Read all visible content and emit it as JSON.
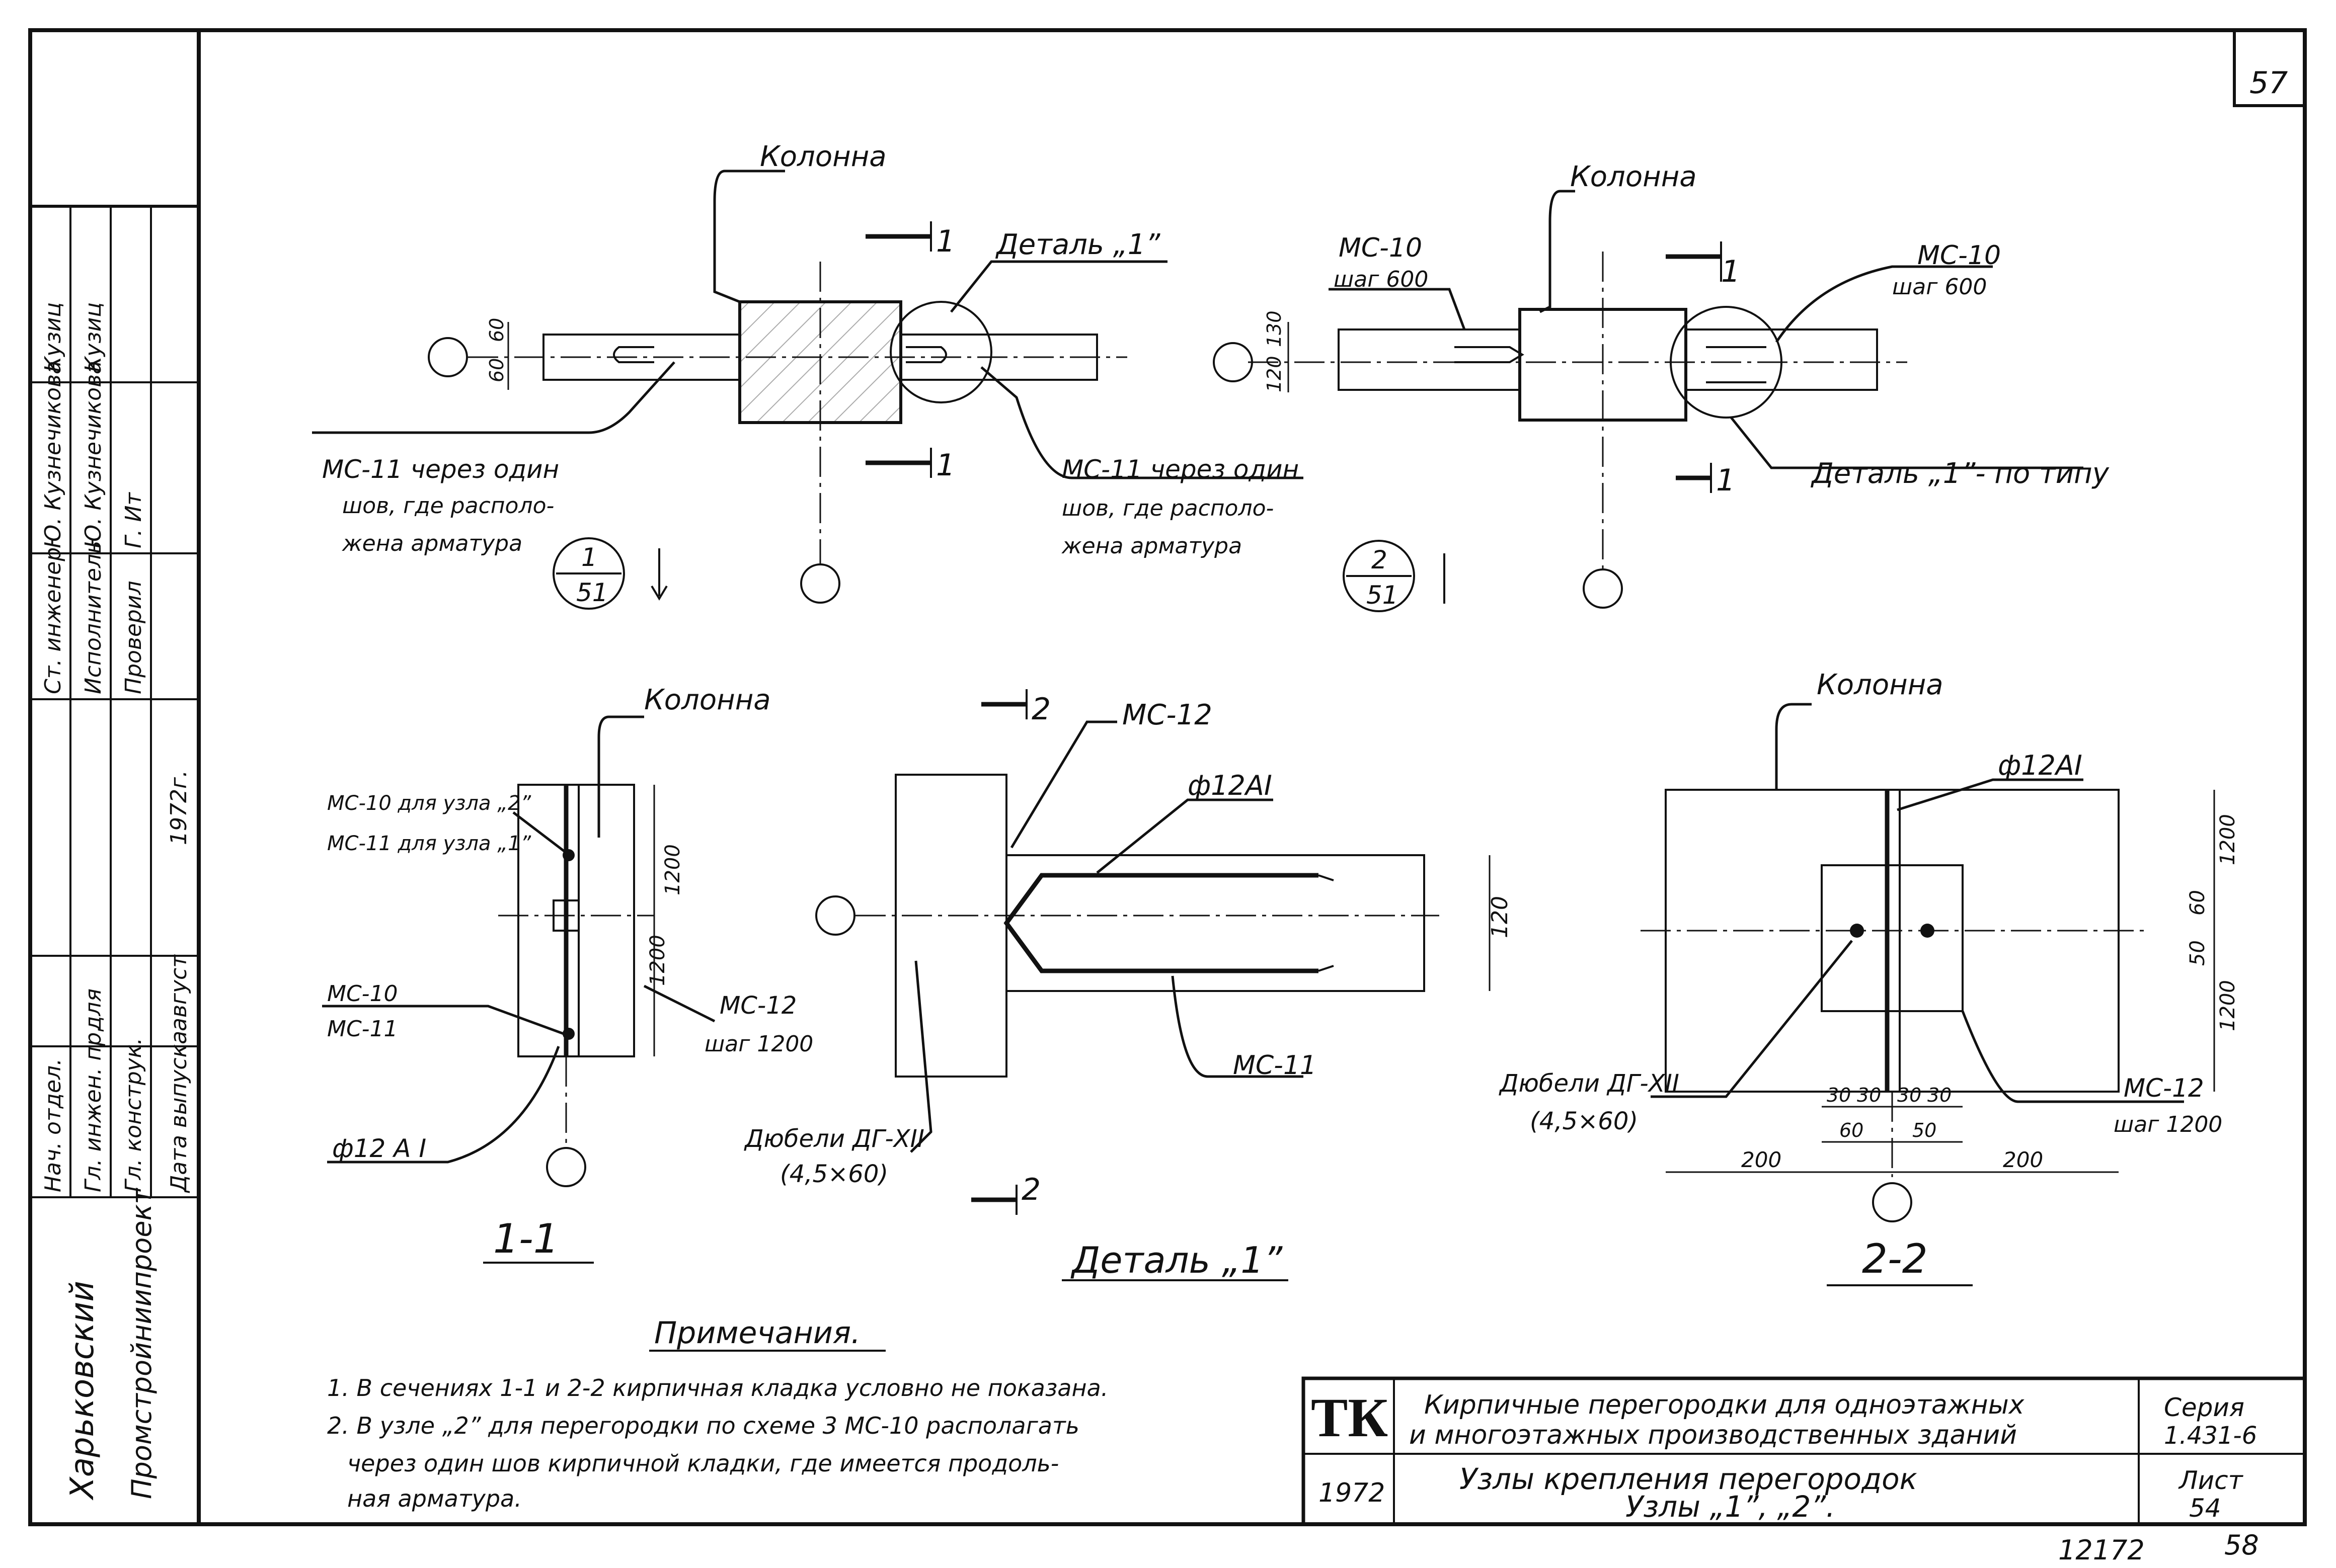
{
  "sheet": {
    "page_number": "57",
    "bottom_code": "12172",
    "bottom_page": "58"
  },
  "stamp": {
    "org_line1": "Харьковский",
    "org_line2": "Промстройниипроект",
    "rows": [
      {
        "role": "Нач. отдел.",
        "sig": "",
        "post": "Ст. инженер",
        "name": "Ю. Кузнечикова",
        "sig2": "Кузиц"
      },
      {
        "role": "Гл. инжен. пр.",
        "sig": "для",
        "post": "Исполнитель",
        "name": "Ю. Кузнечикова",
        "sig2": "Кузиц"
      },
      {
        "role": "Гл. конструк.",
        "sig": "",
        "post": "Проверил",
        "name": "Г. Ит",
        "sig2": ""
      },
      {
        "role": "Дата выпуска",
        "sig": "август",
        "post": "",
        "name": "",
        "sig2": "1972г."
      }
    ]
  },
  "node1": {
    "column_label": "Колонна",
    "detail_label": "Деталь „1”",
    "cut": "1",
    "dim_top": "60",
    "dim_bottom": "60",
    "left_note_l1": "МС-11 через один",
    "left_note_l2": "шов, где располо-",
    "left_note_l3": "жена арматура",
    "right_note_l1": "МС-11 через один",
    "right_note_l2": "шов, где располо-",
    "right_note_l3": "жена арматура",
    "mark_num": "1",
    "mark_sheet": "51"
  },
  "node2": {
    "column_label": "Колонна",
    "left_ms_l1": "МС-10",
    "left_ms_l2": "шаг 600",
    "right_ms_l1": "МС-10",
    "right_ms_l2": "шаг 600",
    "dim_a": "120",
    "dim_b": "130",
    "detail_label": "Деталь „1”- по типу",
    "cut": "1",
    "mark_num": "2",
    "mark_sheet": "51"
  },
  "section11": {
    "column_label": "Колонна",
    "ms10_l1": "МС-10 для узла „2”",
    "ms11_l1": "МС-11 для узла „1”",
    "left_ms10": "МС-10",
    "left_ms11": "МС-11",
    "ms12_l1": "МС-12",
    "ms12_l2": "шаг 1200",
    "dim1": "1200",
    "dim2": "1200",
    "rebar": "ф12 А I",
    "title": "1-1"
  },
  "detail1": {
    "cut": "2",
    "ms12": "МС-12",
    "rebar": "ф12АI",
    "dim": "120",
    "ms11": "МС-11",
    "dowel_l1": "Дюбели ДГ-XII",
    "dowel_l2": "(4,5×60)",
    "title": "Деталь „1”"
  },
  "section22": {
    "column_label": "Колонна",
    "rebar": "ф12АI",
    "dim_1200a": "1200",
    "dim_60": "60",
    "dim_50": "50",
    "dim_1200b": "1200",
    "dowel_l1": "Дюбели ДГ-XII",
    "dowel_l2": "(4,5×60)",
    "d30a": "30",
    "d30b": "30",
    "d30c": "30",
    "d30d": "30",
    "d60": "60",
    "d50": "50",
    "d200a": "200",
    "d200b": "200",
    "ms12_l1": "МС-12",
    "ms12_l2": "шаг 1200",
    "title": "2-2"
  },
  "notes": {
    "heading": "Примечания.",
    "line1": "1. В сечениях 1-1 и 2-2 кирпичная кладка условно не показана.",
    "line2": "2. В узле „2” для перегородки по схеме 3  МС-10  располагать",
    "line3": "через один шов кирпичной кладки, где имеется продоль-",
    "line4": "ная арматура."
  },
  "titleblock": {
    "logo": "ТК",
    "year": "1972",
    "title_l1": "Кирпичные перегородки для одноэтажных",
    "title_l2": "и многоэтажных производственных зданий",
    "sub_l1": "Узлы крепления перегородок",
    "sub_l2": "Узлы „1”, „2”.",
    "series_label": "Серия",
    "series_value": "1.431-6",
    "sheet_label": "Лист",
    "sheet_value": "54"
  }
}
